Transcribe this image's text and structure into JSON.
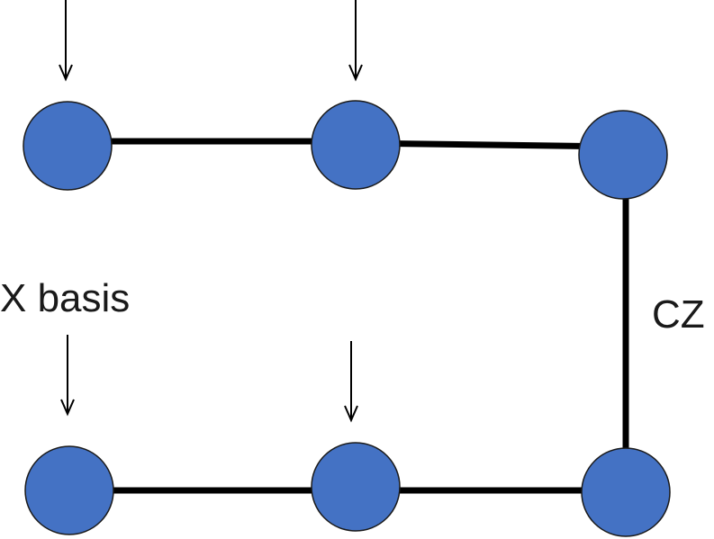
{
  "diagram": {
    "labels": {
      "measurement": "X basis",
      "gate": "CZ"
    },
    "colors": {
      "node_fill": "#4472C4",
      "node_stroke": "#1a1a1a",
      "edge": "#000000",
      "arrow": "#000000"
    },
    "nodes": [
      {
        "id": "top-1",
        "row": "top",
        "measured": true
      },
      {
        "id": "top-2",
        "row": "top",
        "measured": true
      },
      {
        "id": "top-3",
        "row": "top",
        "measured": false
      },
      {
        "id": "bottom-1",
        "row": "bottom",
        "measured": true
      },
      {
        "id": "bottom-2",
        "row": "bottom",
        "measured": true
      },
      {
        "id": "bottom-3",
        "row": "bottom",
        "measured": false
      }
    ],
    "edges": [
      {
        "from": "top-1",
        "to": "top-2"
      },
      {
        "from": "top-2",
        "to": "top-3"
      },
      {
        "from": "top-3",
        "to": "bottom-3",
        "label": "CZ"
      },
      {
        "from": "bottom-1",
        "to": "bottom-2"
      },
      {
        "from": "bottom-2",
        "to": "bottom-3"
      }
    ]
  }
}
